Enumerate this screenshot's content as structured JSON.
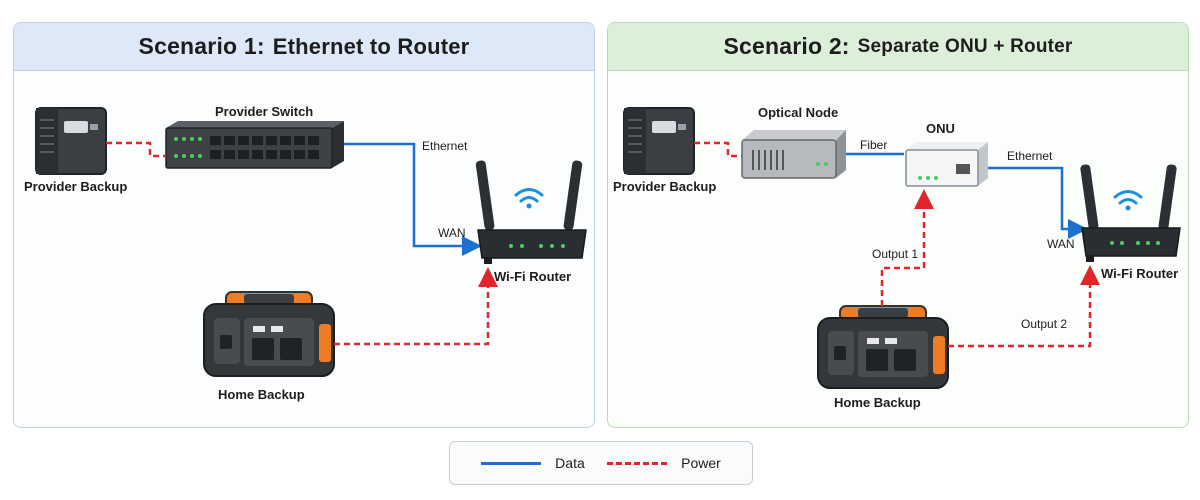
{
  "scenario1": {
    "title_prefix": "Scenario 1:",
    "title": "Ethernet to Router",
    "provider_switch": "Provider Switch",
    "provider_backup": "Provider Backup",
    "ethernet": "Ethernet",
    "wan": "WAN",
    "router": "Wi-Fi Router",
    "home_backup": "Home Backup"
  },
  "scenario2": {
    "title_prefix": "Scenario 2:",
    "title": "Separate ONU + Router",
    "optical_node": "Optical Node",
    "provider_backup": "Provider Backup",
    "fiber": "Fiber",
    "onu": "ONU",
    "ethernet": "Ethernet",
    "wan": "WAN",
    "router": "Wi-Fi Router",
    "output1": "Output 1",
    "output2": "Output 2",
    "home_backup": "Home Backup"
  },
  "legend": {
    "data": "Data",
    "power": "Power"
  },
  "colors": {
    "data": "#1d6fd0",
    "power": "#e0262c",
    "accent_orange": "#ef7b22"
  }
}
